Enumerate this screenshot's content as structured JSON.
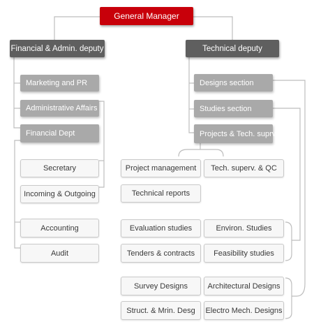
{
  "chart": {
    "root": "General Manager",
    "financial_deputy": {
      "label": "Financial & Admin. deputy",
      "sections": {
        "marketing": "Marketing and PR",
        "admin_affairs": "Administrative Affairs",
        "financial_dept": "Financial Dept"
      },
      "units": {
        "secretary": "Secretary",
        "incoming_outgoing": "Incoming & Outgoing",
        "accounting": "Accounting",
        "audit": "Audit"
      }
    },
    "technical_deputy": {
      "label": "Technical deputy",
      "sections": {
        "designs": "Designs section",
        "studies": "Studies section",
        "projects": "Projects & Tech. suprv."
      },
      "units": {
        "project_management": "Project management",
        "tech_superv_qc": "Tech. superv. & QC",
        "technical_reports": "Technical reports",
        "evaluation_studies": "Evaluation studies",
        "environ_studies": "Environ. Studies",
        "tenders_contracts": "Tenders & contracts",
        "feasibility_studies": "Feasibility  studies",
        "survey_designs": "Survey Designs",
        "architectural_designs": "Architectural  Designs",
        "structural_marine_designs": "Struct. & Mrin.  Desg",
        "electro_mech_designs": "Electro Mech.  Designs"
      }
    }
  },
  "colors": {
    "root": "#c8000a",
    "deputy": "#5f5f5f",
    "section": "#a9a9a9",
    "leaf_fill": "#f7f7f7",
    "leaf_border": "#c9c9c9",
    "connector": "#bdbdbd"
  }
}
